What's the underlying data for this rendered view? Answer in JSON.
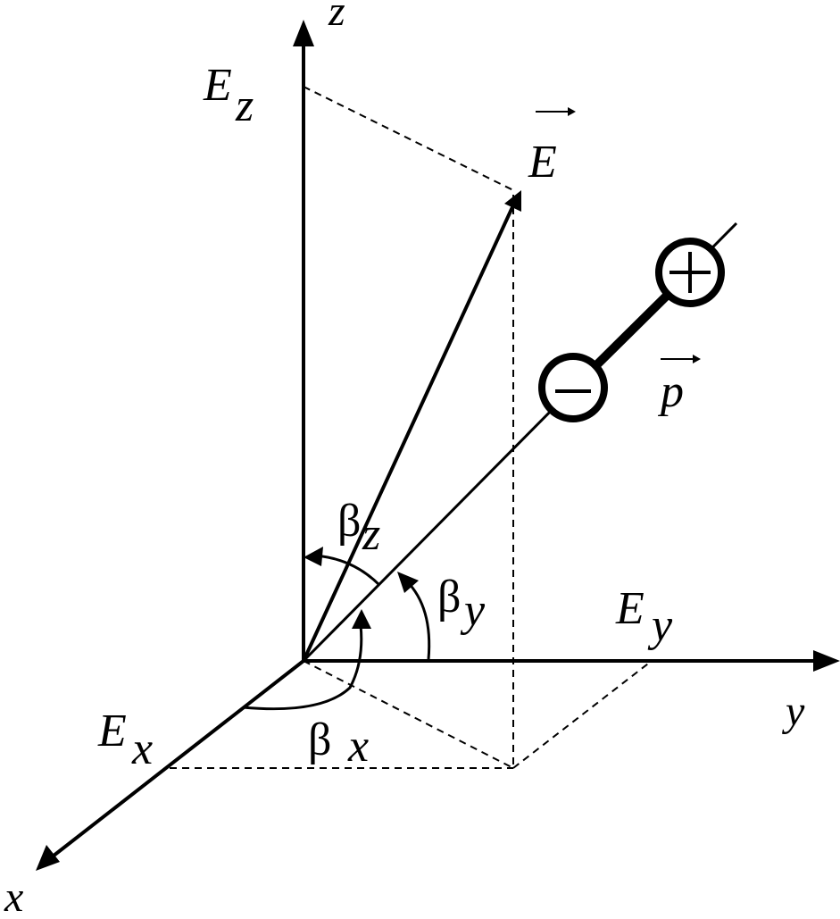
{
  "diagram": {
    "axes": {
      "x": "x",
      "y": "y",
      "z": "z"
    },
    "components": {
      "ex": "E",
      "ex_sub": "x",
      "ey": "E",
      "ey_sub": "y",
      "ez": "E",
      "ez_sub": "z"
    },
    "vectors": {
      "field": "E",
      "dipole": "p"
    },
    "angles": {
      "beta": "β",
      "bx_sub": "x",
      "by_sub": "y",
      "bz_sub": "z"
    },
    "charges": {
      "positive": "+",
      "negative": "−"
    }
  }
}
